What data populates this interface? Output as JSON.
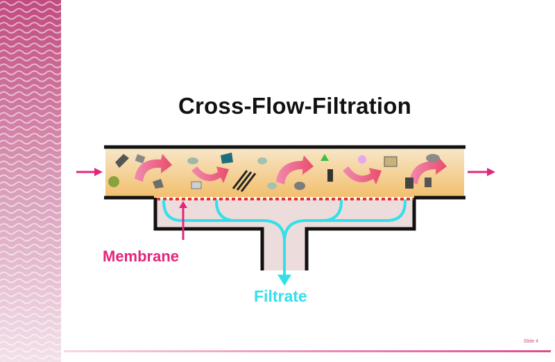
{
  "title": "Cross-Flow-Filtration",
  "labels": {
    "membrane": "Membrane",
    "filtrate": "Filtrate"
  },
  "footer": {
    "slide_number": "Slide 4"
  },
  "colors": {
    "accent_pink": "#e2267a",
    "filtrate_cyan": "#33e0ea",
    "channel_fill": "#f3c886",
    "membrane_red": "#e03030",
    "band_pink": "#d56c99"
  }
}
